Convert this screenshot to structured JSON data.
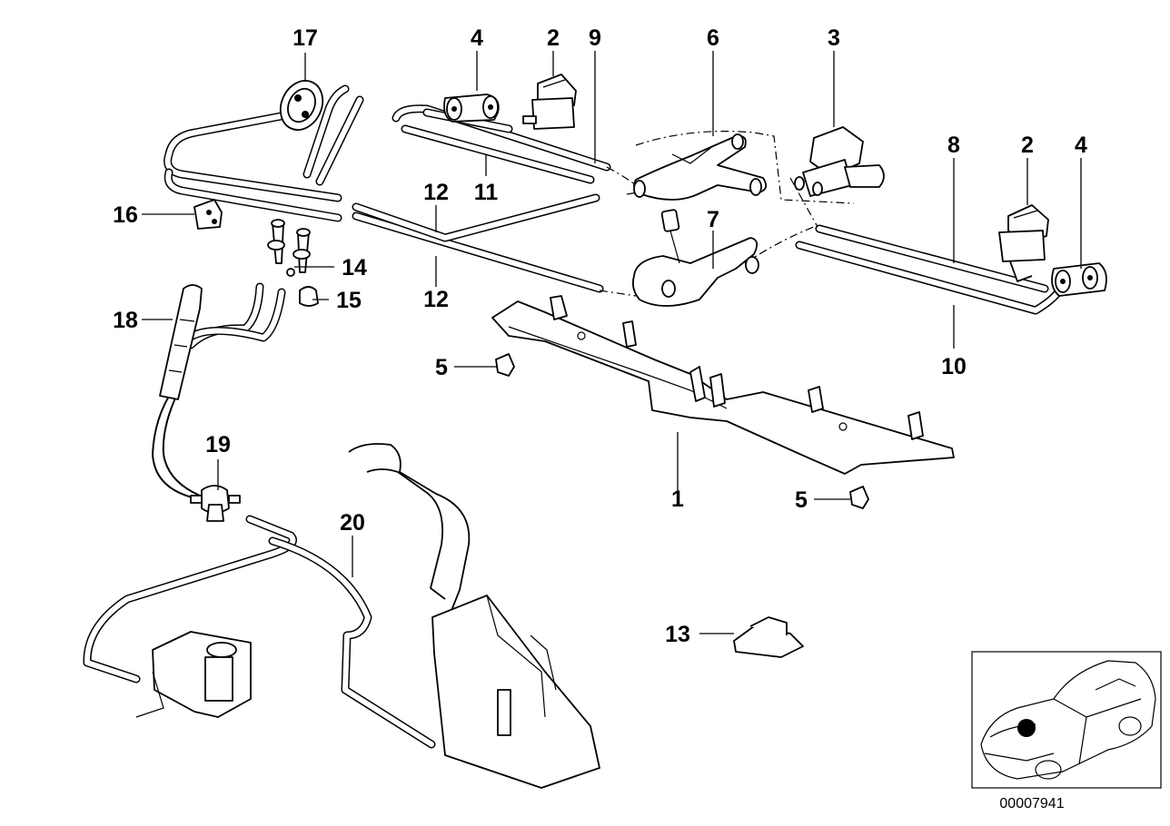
{
  "diagram_ref": "00007941",
  "callouts": [
    {
      "id": "c1",
      "label": "1"
    },
    {
      "id": "c2a",
      "label": "2"
    },
    {
      "id": "c2b",
      "label": "2"
    },
    {
      "id": "c3",
      "label": "3"
    },
    {
      "id": "c4a",
      "label": "4"
    },
    {
      "id": "c4b",
      "label": "4"
    },
    {
      "id": "c5a",
      "label": "5"
    },
    {
      "id": "c5b",
      "label": "5"
    },
    {
      "id": "c6",
      "label": "6"
    },
    {
      "id": "c7",
      "label": "7"
    },
    {
      "id": "c8",
      "label": "8"
    },
    {
      "id": "c9",
      "label": "9"
    },
    {
      "id": "c10",
      "label": "10"
    },
    {
      "id": "c11",
      "label": "11"
    },
    {
      "id": "c12a",
      "label": "12"
    },
    {
      "id": "c12b",
      "label": "12"
    },
    {
      "id": "c13",
      "label": "13"
    },
    {
      "id": "c14",
      "label": "14"
    },
    {
      "id": "c15",
      "label": "15"
    },
    {
      "id": "c16",
      "label": "16"
    },
    {
      "id": "c17",
      "label": "17"
    },
    {
      "id": "c18",
      "label": "18"
    },
    {
      "id": "c19",
      "label": "19"
    },
    {
      "id": "c20",
      "label": "20"
    }
  ]
}
